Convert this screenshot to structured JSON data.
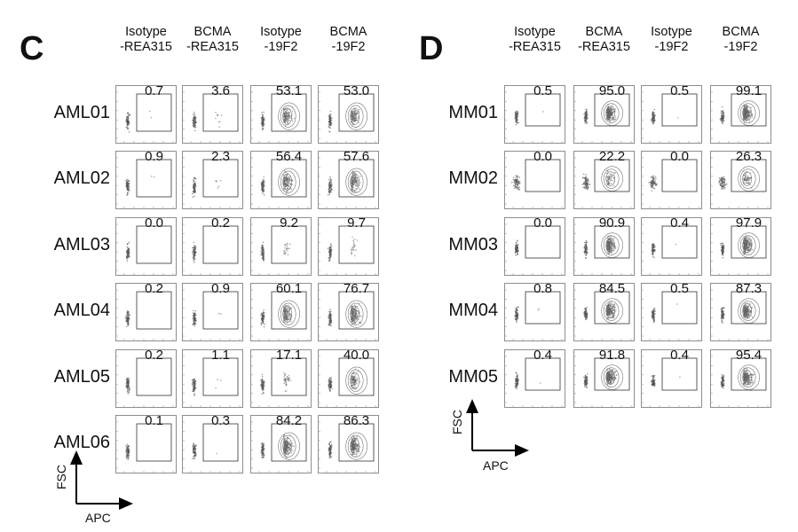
{
  "chart_data": [
    {
      "type": "table",
      "panel": "C",
      "columns": [
        "Isotype\n-REA315",
        "BCMA\n-REA315",
        "Isotype\n-19F2",
        "BCMA\n-19F2"
      ],
      "rows": [
        "AML01",
        "AML02",
        "AML03",
        "AML04",
        "AML05",
        "AML06"
      ],
      "values": [
        [
          "0.7",
          "3.6",
          "53.1",
          "53.0"
        ],
        [
          "0.9",
          "2.3",
          "56.4",
          "57.6"
        ],
        [
          "0.0",
          "0.2",
          "9.2",
          "9.7"
        ],
        [
          "0.2",
          "0.9",
          "60.1",
          "76.7"
        ],
        [
          "0.2",
          "1.1",
          "17.1",
          "40.0"
        ],
        [
          "0.1",
          "0.3",
          "84.2",
          "86.3"
        ]
      ],
      "y_axis": "FSC",
      "x_axis": "APC"
    },
    {
      "type": "table",
      "panel": "D",
      "columns": [
        "Isotype\n-REA315",
        "BCMA\n-REA315",
        "Isotype\n-19F2",
        "BCMA\n-19F2"
      ],
      "rows": [
        "MM01",
        "MM02",
        "MM03",
        "MM04",
        "MM05"
      ],
      "values": [
        [
          "0.5",
          "95.0",
          "0.5",
          "99.1"
        ],
        [
          "0.0",
          "22.2",
          "0.0",
          "26.3"
        ],
        [
          "0.0",
          "90.9",
          "0.4",
          "97.9"
        ],
        [
          "0.8",
          "84.5",
          "0.5",
          "87.3"
        ],
        [
          "0.4",
          "91.8",
          "0.4",
          "95.4"
        ]
      ],
      "y_axis": "FSC",
      "x_axis": "APC"
    }
  ]
}
